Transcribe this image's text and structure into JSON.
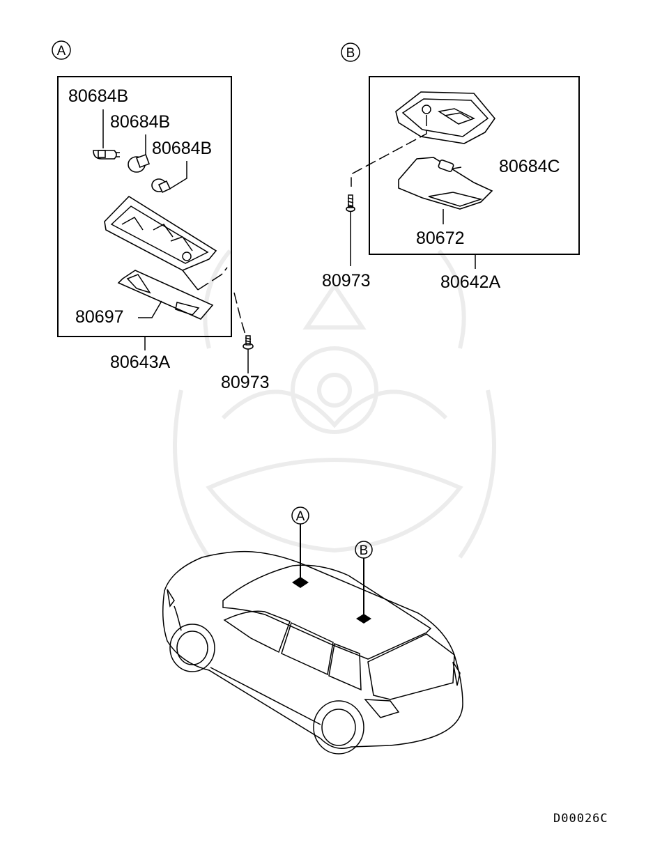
{
  "callouts": {
    "a": "A",
    "b": "B"
  },
  "group_a": {
    "bulb_1": "80684B",
    "bulb_2": "80684B",
    "bulb_3": "80684B",
    "lens": "80697",
    "assembly": "80643A",
    "screw": "80973"
  },
  "group_b": {
    "bulb": "80684C",
    "lens": "80672",
    "assembly": "80642A",
    "screw": "80973"
  },
  "vehicle": {
    "marker_a": "A",
    "marker_b": "B"
  },
  "drawing_code": "D00026C"
}
